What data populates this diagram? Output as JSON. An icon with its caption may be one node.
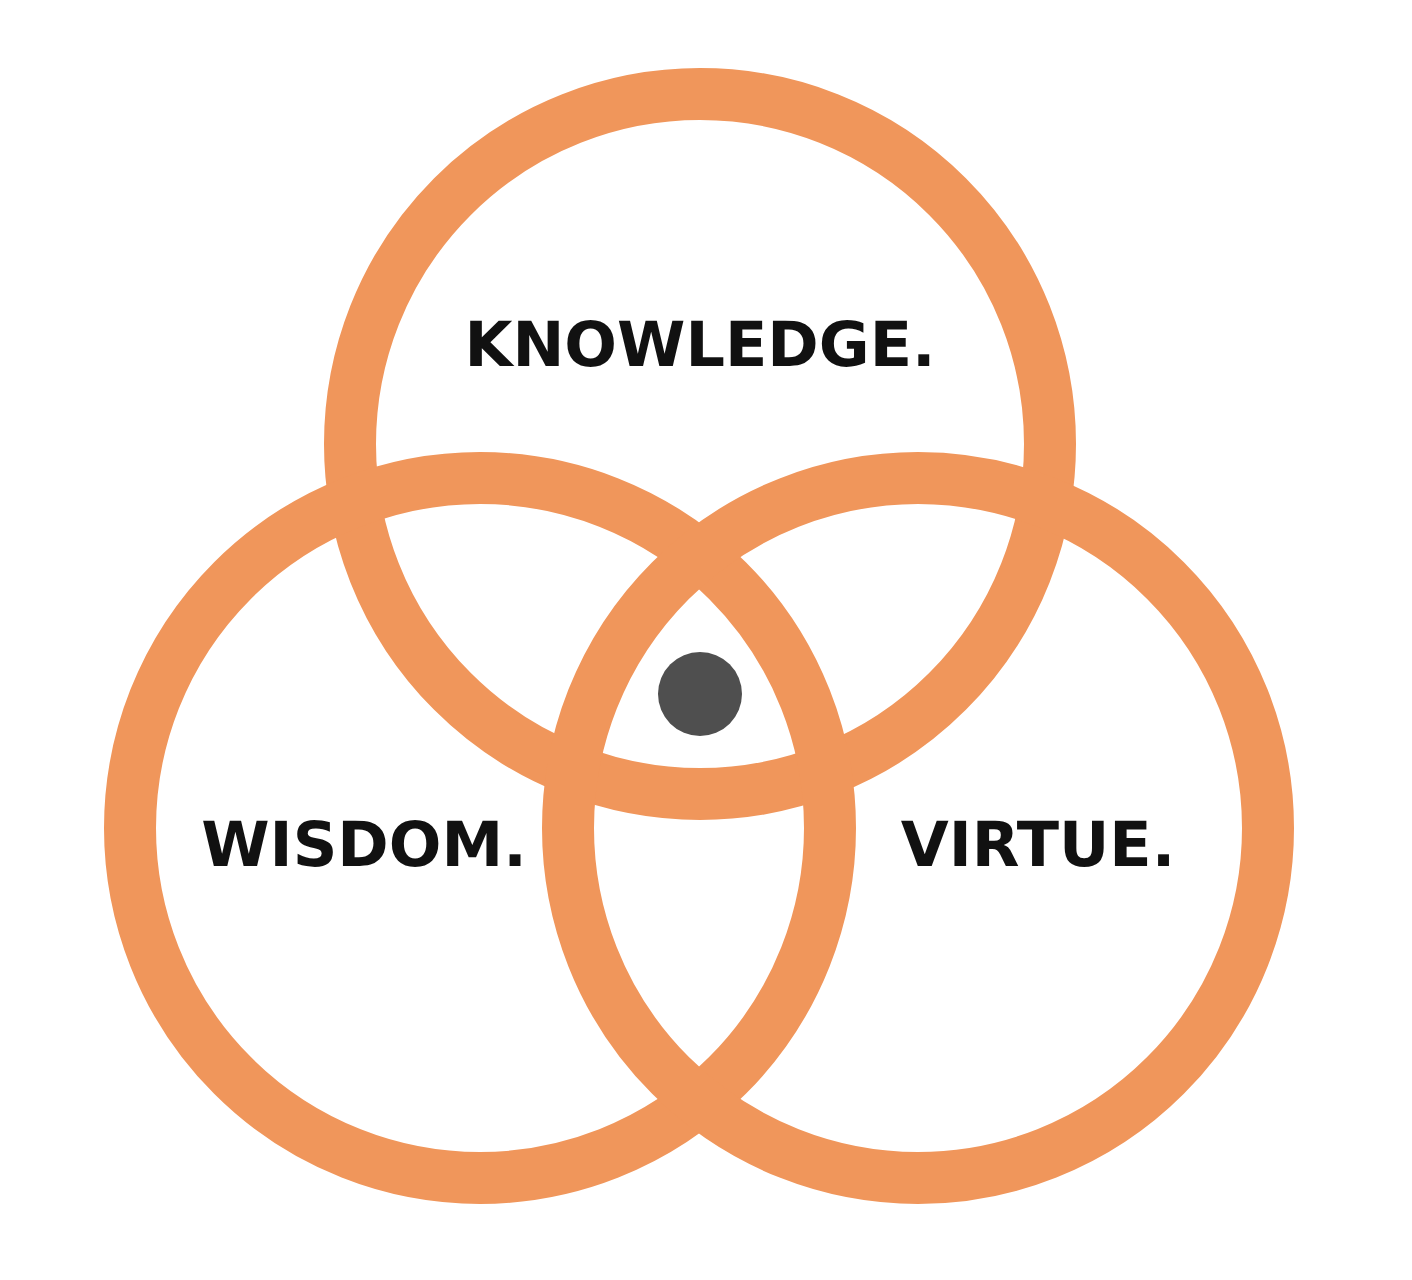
{
  "diagram": {
    "nodes": [
      {
        "text": [
          "KNOWLEDGE."
        ]
      },
      {
        "text": [
          "WISDOM."
        ]
      },
      {
        "text": [
          "VIRTUE."
        ]
      },
      {
        "text": [],
        "shape": "circle"
      }
    ]
  }
}
